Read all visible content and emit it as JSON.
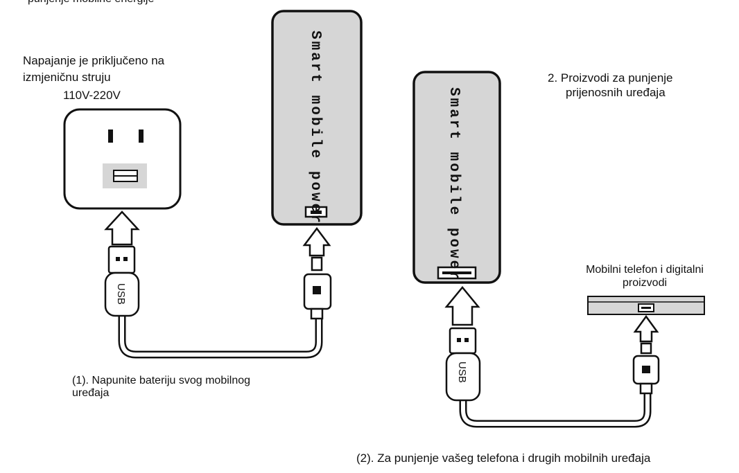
{
  "header_cut": "punjenje mobilne energije",
  "left": {
    "adapter_text_line1": "Napajanje je priključeno na",
    "adapter_text_line2": "izmjeničnu struju",
    "voltage": "110V-220V",
    "caption_line1": "(1). Napunite bateriju svog mobilnog",
    "caption_line2": "uređaja"
  },
  "right": {
    "heading_line1": "2. Proizvodi za punjenje",
    "heading_line2": "prijenosnih uređaja",
    "device_label_line1": "Mobilni telefon i digitalni",
    "device_label_line2": "proizvodi",
    "caption": "(2). Za punjenje vašeg telefona i drugih mobilnih uređaja"
  },
  "powerbank_label": "Smart mobile power",
  "usb_label": "USB",
  "colors": {
    "device_fill": "#d6d6d6",
    "stroke": "#111111",
    "cable": "#ffffff"
  }
}
